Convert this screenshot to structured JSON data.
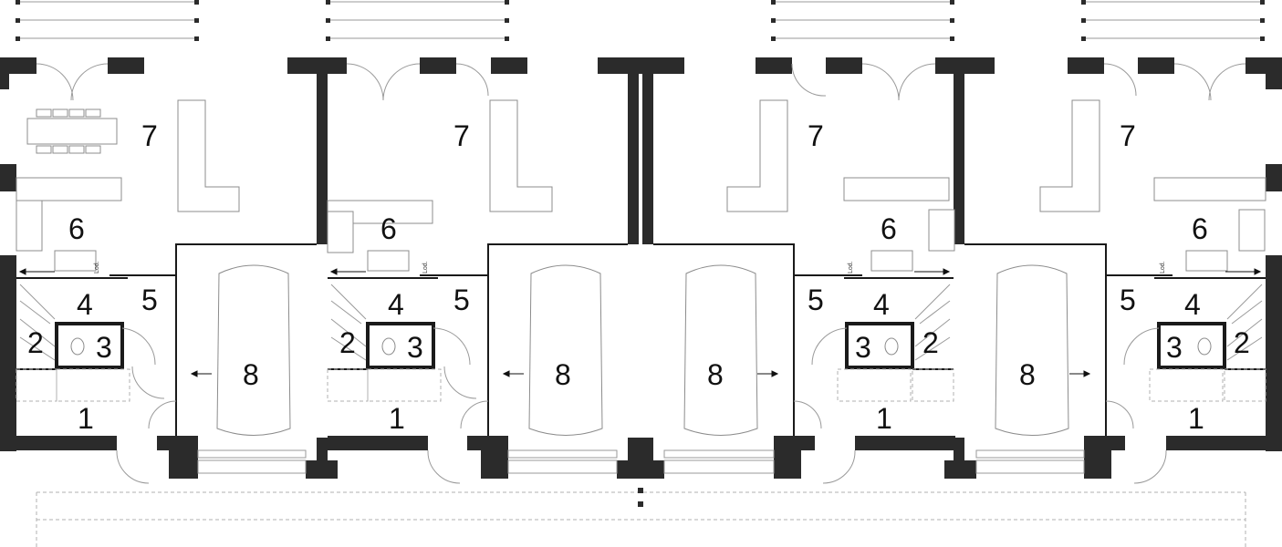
{
  "rooms": {
    "u1": [
      "7",
      "6",
      "5",
      "4",
      "3",
      "2",
      "1",
      "8"
    ],
    "u2": [
      "7",
      "6",
      "5",
      "4",
      "3",
      "2",
      "1",
      "8"
    ],
    "u3": [
      "8",
      "7",
      "6",
      "5",
      "4",
      "3",
      "2",
      "1"
    ],
    "u4": [
      "8",
      "7",
      "6",
      "5",
      "4",
      "3",
      "2",
      "1"
    ]
  },
  "labels": {
    "fridge": "Lod."
  }
}
